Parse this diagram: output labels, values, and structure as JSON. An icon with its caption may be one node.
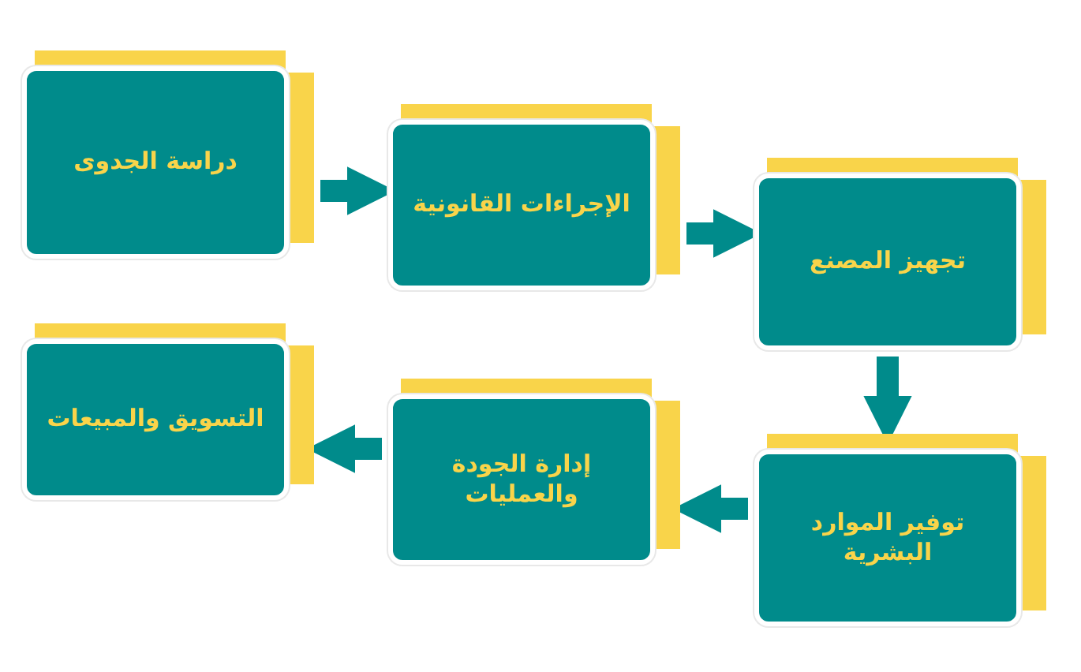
{
  "diagram": {
    "nodes": [
      {
        "text": [
          "دراسة الجدوى"
        ]
      },
      {
        "text": [
          "الإجراءات القانونية"
        ]
      },
      {
        "text": [
          "تجهيز المصنع"
        ]
      },
      {
        "text": [
          "توفير الموارد البشرية"
        ]
      },
      {
        "text": [
          "إدارة الجودة والعمليات"
        ]
      },
      {
        "text": [
          "التسويق والمبيعات"
        ]
      }
    ],
    "edges": [
      {
        "from": 0,
        "to": 1,
        "arrow": "to"
      },
      {
        "from": 1,
        "to": 2,
        "arrow": "to"
      },
      {
        "from": 2,
        "to": 3,
        "arrow": "to"
      },
      {
        "from": 3,
        "to": 4,
        "arrow": "to"
      },
      {
        "from": 4,
        "to": 5,
        "arrow": "to"
      }
    ]
  }
}
